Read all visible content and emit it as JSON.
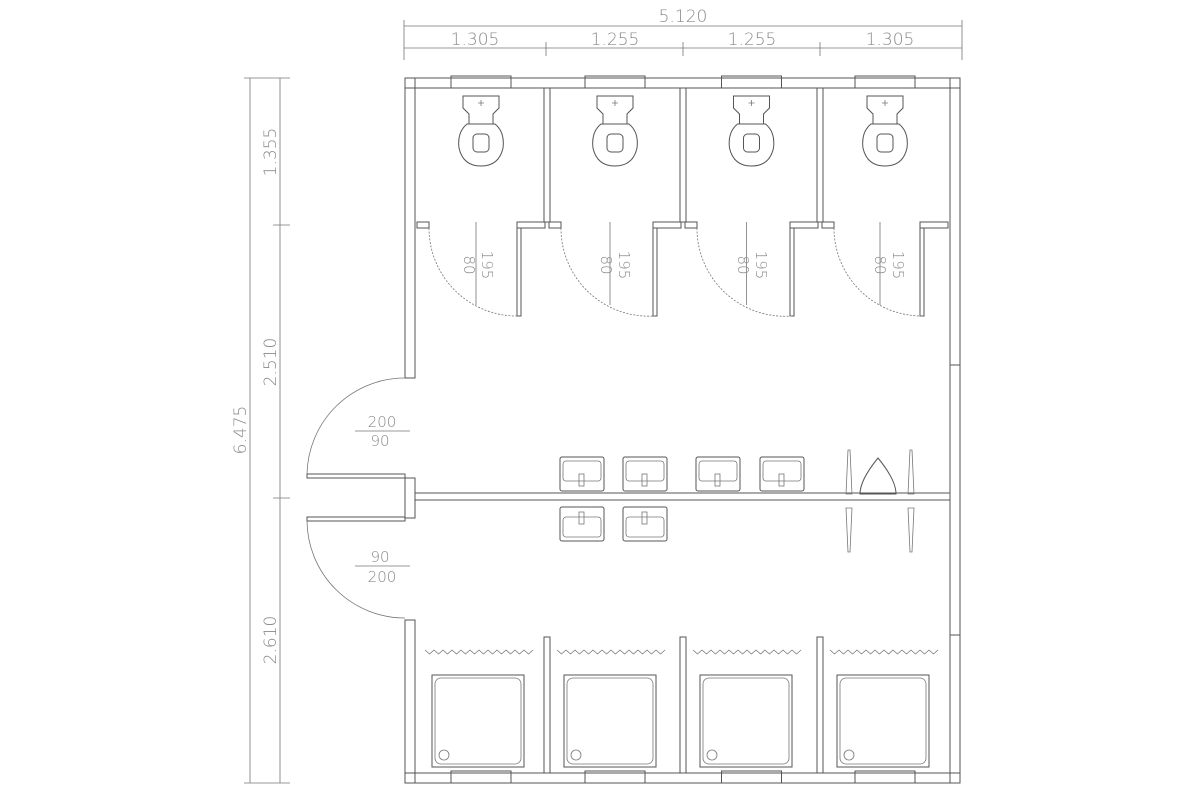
{
  "dimensions": {
    "total_width": "5.120",
    "top_segments": [
      "1.305",
      "1.255",
      "1.255",
      "1.305"
    ],
    "total_height": "6.475",
    "left_segments": [
      "1.355",
      "2.510",
      "2.610"
    ]
  },
  "stall_doors": [
    {
      "top": "195",
      "bottom": "80"
    },
    {
      "top": "195",
      "bottom": "80"
    },
    {
      "top": "195",
      "bottom": "80"
    },
    {
      "top": "195",
      "bottom": "80"
    }
  ],
  "entry_doors": [
    {
      "top": "200",
      "bottom": "90"
    },
    {
      "top": "90",
      "bottom": "200"
    }
  ],
  "fixtures": {
    "toilets": 4,
    "washbasins_upper": 4,
    "washbasins_lower": 2,
    "urinals": 2,
    "showers": 4
  }
}
